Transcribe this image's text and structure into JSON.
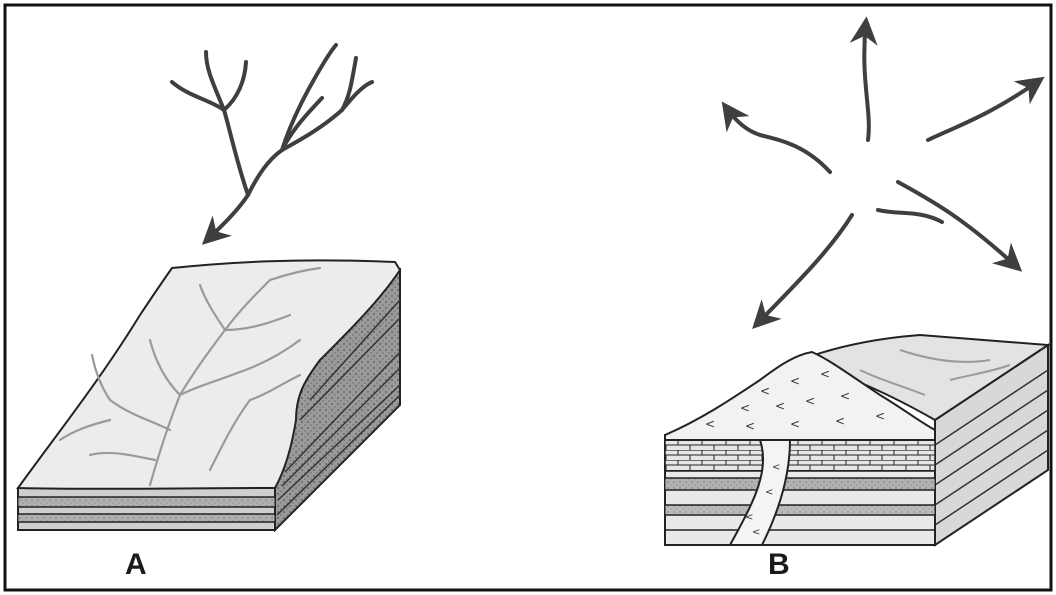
{
  "diagram": {
    "panels": [
      {
        "id": "A",
        "label": "A",
        "pattern": "dendritic-drainage"
      },
      {
        "id": "B",
        "label": "B",
        "pattern": "radial-drainage"
      }
    ],
    "colors": {
      "border": "#111111",
      "arrow": "#3f3f3f",
      "block_side": "#8d8d8d",
      "block_top": "#ececec",
      "stream": "#9a9a9a"
    }
  }
}
